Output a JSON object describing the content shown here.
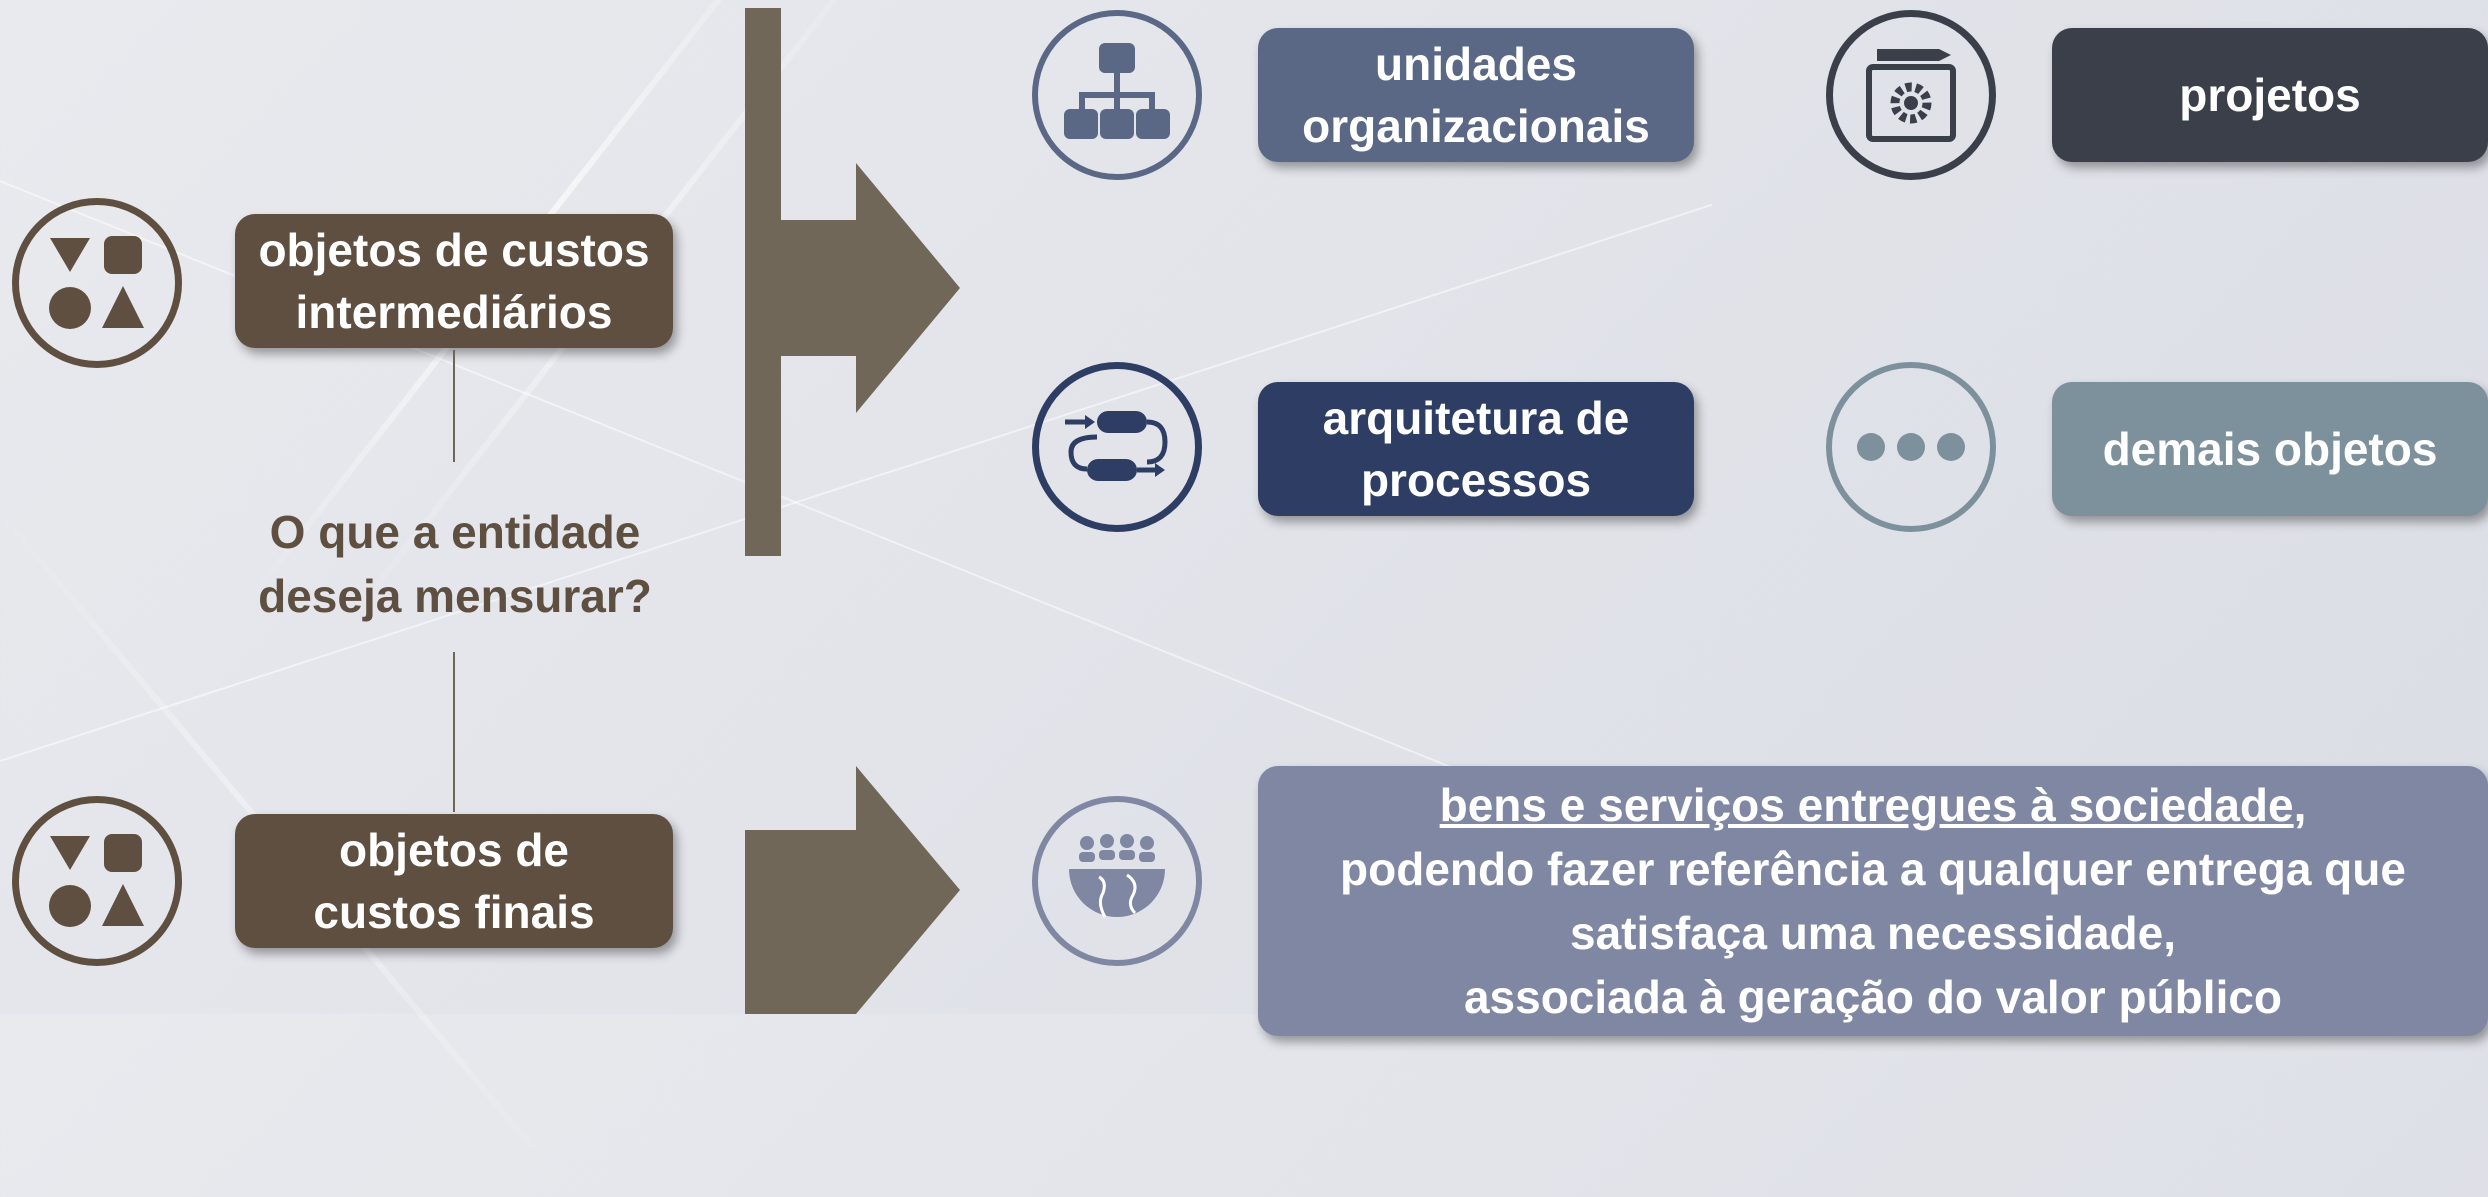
{
  "left": {
    "intermediate_label": "objetos de custos intermediários",
    "final_label": "objetos de custos finais",
    "question": "O que a entidade deseja mensurar?"
  },
  "intermediate_objects": [
    {
      "label": "unidades organizacionais",
      "icon": "org-chart-icon",
      "color": "#5a6886"
    },
    {
      "label": "projetos",
      "icon": "project-blueprint-icon",
      "color": "#3a3f4a"
    },
    {
      "label": "arquitetura de processos",
      "icon": "process-flow-icon",
      "color": "#2e3d63"
    },
    {
      "label": "demais objetos",
      "icon": "more-dots-icon",
      "color": "#7d919c"
    }
  ],
  "final_object": {
    "icon": "society-globe-icon",
    "line1_underlined": "bens e serviços entregues à sociedade",
    "line1_suffix": ",",
    "line2": "podendo fazer referência a qualquer entrega que",
    "line3": "satisfaça uma necessidade,",
    "line4": "associada à geração do valor público",
    "color": "#7f87a3"
  },
  "colors": {
    "brown": "#5e4f40",
    "arrow": "#716759",
    "navy": "#2e3d63"
  }
}
